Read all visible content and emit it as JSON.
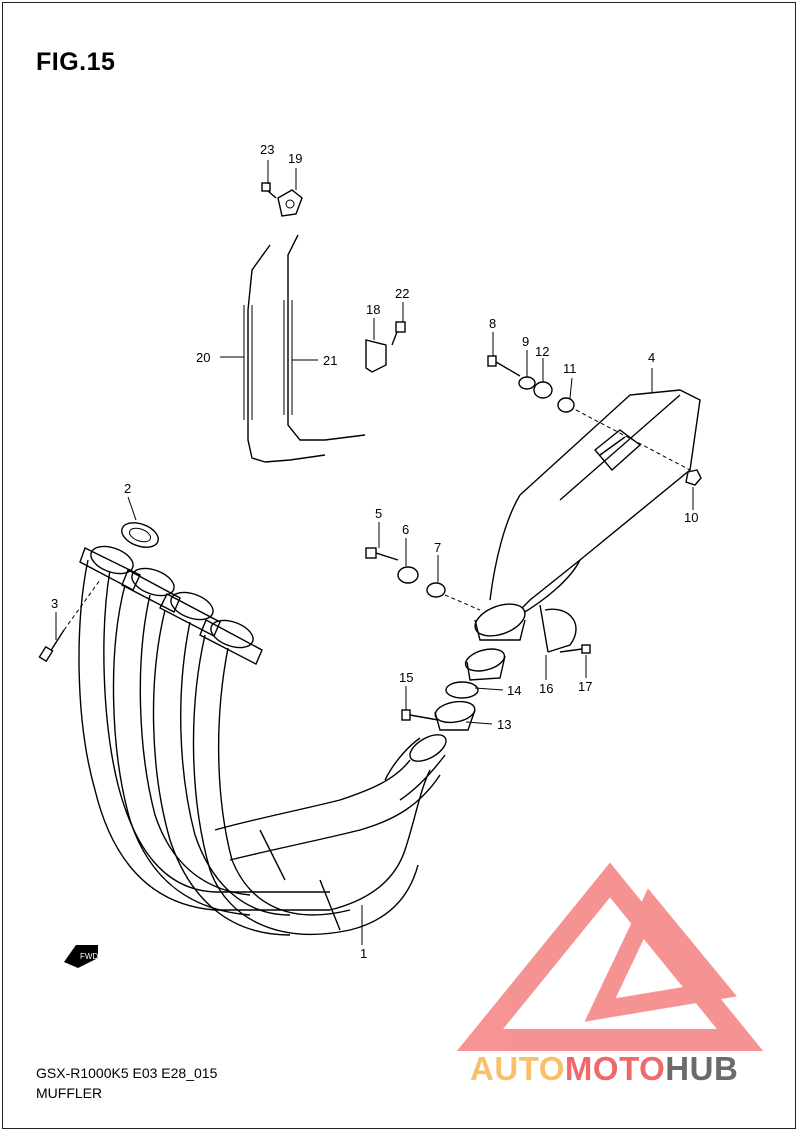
{
  "figure": {
    "title": "FIG.15"
  },
  "parts": [
    {
      "no": "1"
    },
    {
      "no": "2"
    },
    {
      "no": "3"
    },
    {
      "no": "4"
    },
    {
      "no": "5"
    },
    {
      "no": "6"
    },
    {
      "no": "7"
    },
    {
      "no": "8"
    },
    {
      "no": "9"
    },
    {
      "no": "10"
    },
    {
      "no": "11"
    },
    {
      "no": "12"
    },
    {
      "no": "13"
    },
    {
      "no": "14"
    },
    {
      "no": "15"
    },
    {
      "no": "16"
    },
    {
      "no": "17"
    },
    {
      "no": "18"
    },
    {
      "no": "19"
    },
    {
      "no": "20"
    },
    {
      "no": "21"
    },
    {
      "no": "22"
    },
    {
      "no": "23"
    }
  ],
  "direction_marker": {
    "text": "FWD"
  },
  "footer": {
    "model_code": "GSX-R1000K5 E03 E28_015",
    "group_name": "MUFFLER"
  },
  "watermark": {
    "part1": "AUTO",
    "part2": "MOTO",
    "part3": "HUB",
    "colors": {
      "auto": "#f8c06a",
      "moto": "#f0696a",
      "hub": "#6b6b6b",
      "triangle": "#f2706f"
    }
  }
}
